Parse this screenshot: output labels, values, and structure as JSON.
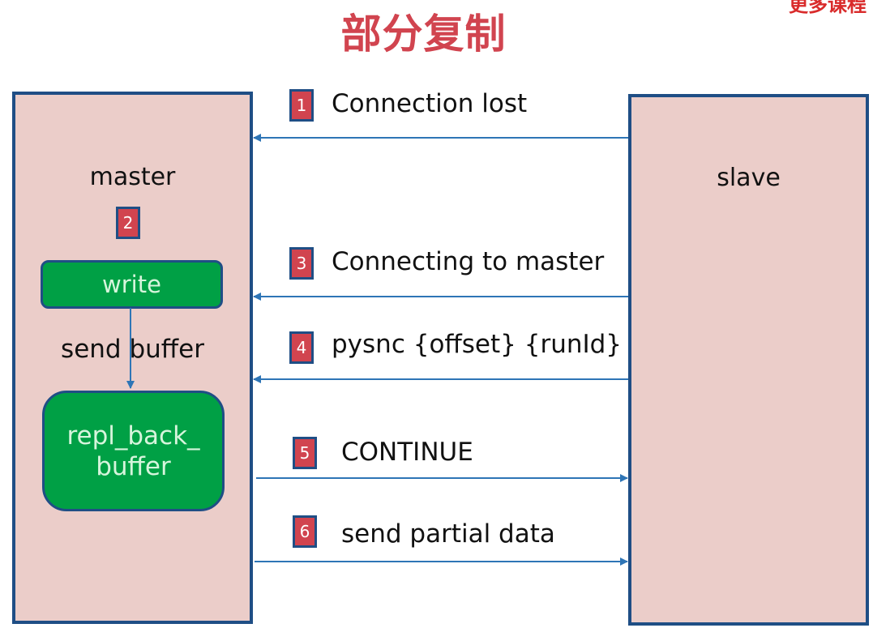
{
  "title": "部分复制",
  "watermark": "更多课程",
  "colors": {
    "title": "#d1444f",
    "node_fill": "#ebcdc9",
    "node_border": "#1f4e85",
    "badge_fill": "#d1444f",
    "process_fill": "#00a045",
    "arrow": "#2e75b6"
  },
  "master": {
    "label": "master",
    "step_badge": "2",
    "write_label": "write",
    "send_buffer_label": "send buffer",
    "repl_buffer_label_line1": "repl_back_",
    "repl_buffer_label_line2": "buffer"
  },
  "slave": {
    "label": "slave"
  },
  "messages": [
    {
      "step": "1",
      "label": "Connection lost",
      "direction": "slave-to-master"
    },
    {
      "step": "3",
      "label": "Connecting to master",
      "direction": "slave-to-master"
    },
    {
      "step": "4",
      "label": "pysnc {offset} {runId}",
      "direction": "slave-to-master"
    },
    {
      "step": "5",
      "label": "CONTINUE",
      "direction": "master-to-slave"
    },
    {
      "step": "6",
      "label": "send partial data",
      "direction": "master-to-slave"
    }
  ]
}
